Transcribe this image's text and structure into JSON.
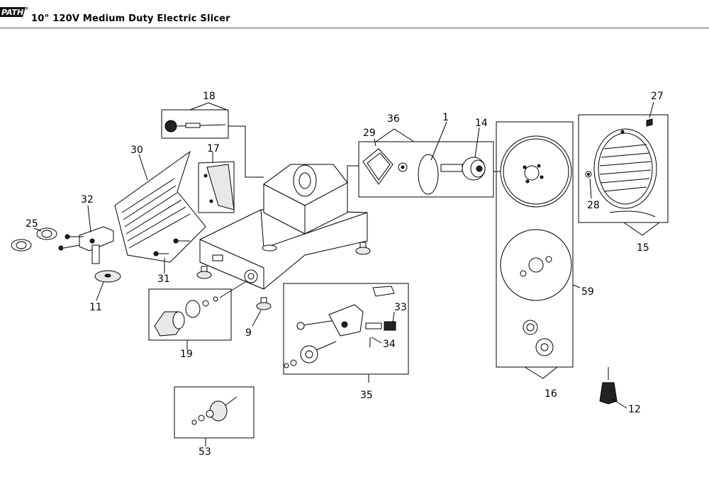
{
  "header": {
    "brand": "PATH",
    "registered": "®",
    "title": "10\" 120V Medium Duty Electric Slicer"
  },
  "callouts": {
    "p1": "1",
    "p9": "9",
    "p11": "11",
    "p12": "12",
    "p14": "14",
    "p15": "15",
    "p16": "16",
    "p17": "17",
    "p18": "18",
    "p19": "19",
    "p25": "25",
    "p27": "27",
    "p28": "28",
    "p29": "29",
    "p30": "30",
    "p31": "31",
    "p32": "32",
    "p33": "33",
    "p34": "34",
    "p35": "35",
    "p36": "36",
    "p53": "53",
    "p59": "59"
  }
}
